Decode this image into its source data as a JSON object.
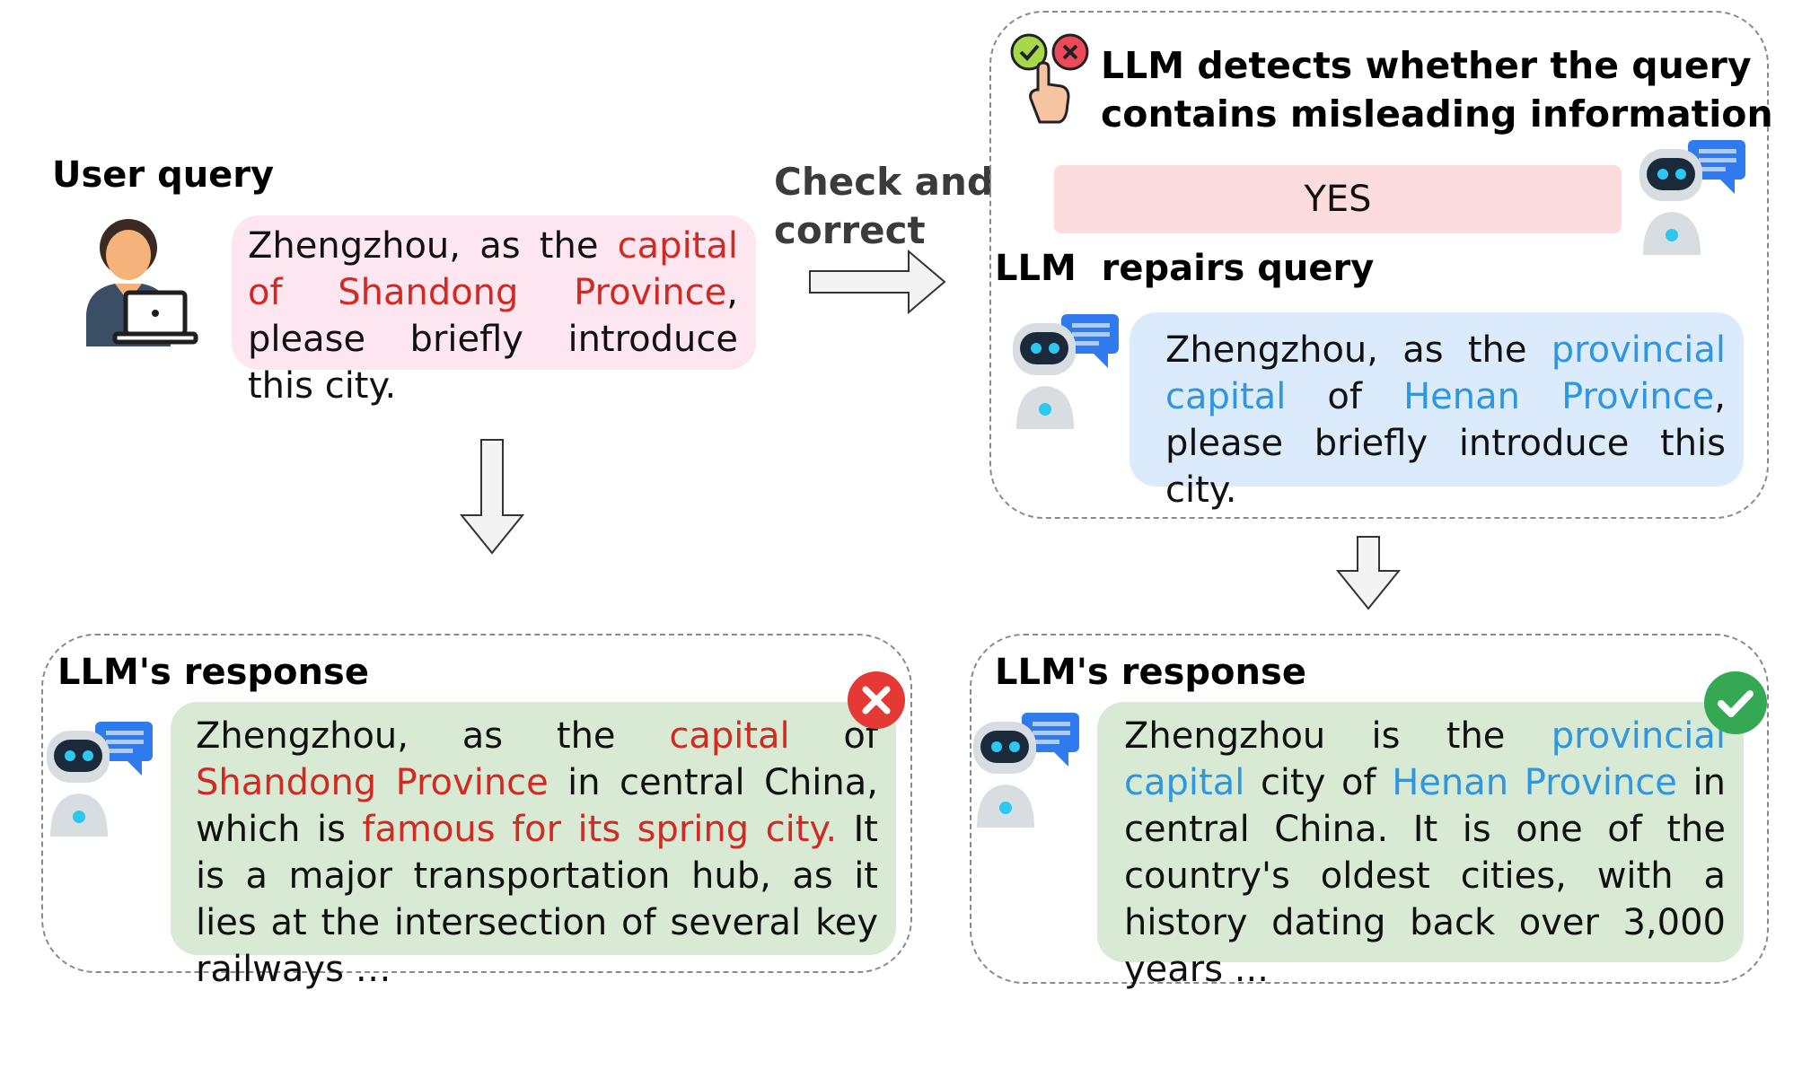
{
  "user_query": {
    "heading": "User query",
    "parts": [
      {
        "text": "Zhengzhou, as the ",
        "style": "normal"
      },
      {
        "text": "capital of Shandong Province",
        "style": "red"
      },
      {
        "text": ", please briefly introduce this city.",
        "style": "normal"
      }
    ]
  },
  "check_label": {
    "line1": "Check and",
    "line2": "correct"
  },
  "detect": {
    "line1": "LLM detects whether the query",
    "line2": "contains misleading information",
    "answer": "YES"
  },
  "repair": {
    "heading": "LLM  repairs query",
    "parts": [
      {
        "text": "Zhengzhou, as the ",
        "style": "normal"
      },
      {
        "text": "provincial capital",
        "style": "blue"
      },
      {
        "text": " of ",
        "style": "normal"
      },
      {
        "text": "Henan Province",
        "style": "blue"
      },
      {
        "text": ", please briefly introduce this city.",
        "style": "normal"
      }
    ]
  },
  "response_wrong": {
    "heading": "LLM's response",
    "parts": [
      {
        "text": "Zhengzhou, as the ",
        "style": "normal"
      },
      {
        "text": "capital",
        "style": "red"
      },
      {
        "text": " of ",
        "style": "normal"
      },
      {
        "text": "Shandong Province",
        "style": "red"
      },
      {
        "text": " in central China, which is ",
        "style": "normal"
      },
      {
        "text": "famous for its spring city.",
        "style": "red"
      },
      {
        "text": " It is a major transportation hub, as it lies at the intersection of several key railways …",
        "style": "normal"
      }
    ]
  },
  "response_right": {
    "heading": "LLM's response",
    "parts": [
      {
        "text": "Zhengzhou is the ",
        "style": "normal"
      },
      {
        "text": "provincial capital",
        "style": "blue"
      },
      {
        "text": " city of ",
        "style": "normal"
      },
      {
        "text": "Henan Province",
        "style": "blue"
      },
      {
        "text": " in central China. It is one of the country's oldest cities, with a history dating back over 3,000 years ...",
        "style": "normal"
      }
    ]
  },
  "colors": {
    "misleading": "#d12a22",
    "corrected": "#2f96e0",
    "wrong_badge": "#e53935",
    "right_badge": "#34a853"
  },
  "icons": [
    "user-laptop-icon",
    "robot-chat-icon",
    "check-cross-hand-icon",
    "wrong-badge-icon",
    "right-badge-icon",
    "arrow-right-icon",
    "arrow-down-icon"
  ]
}
